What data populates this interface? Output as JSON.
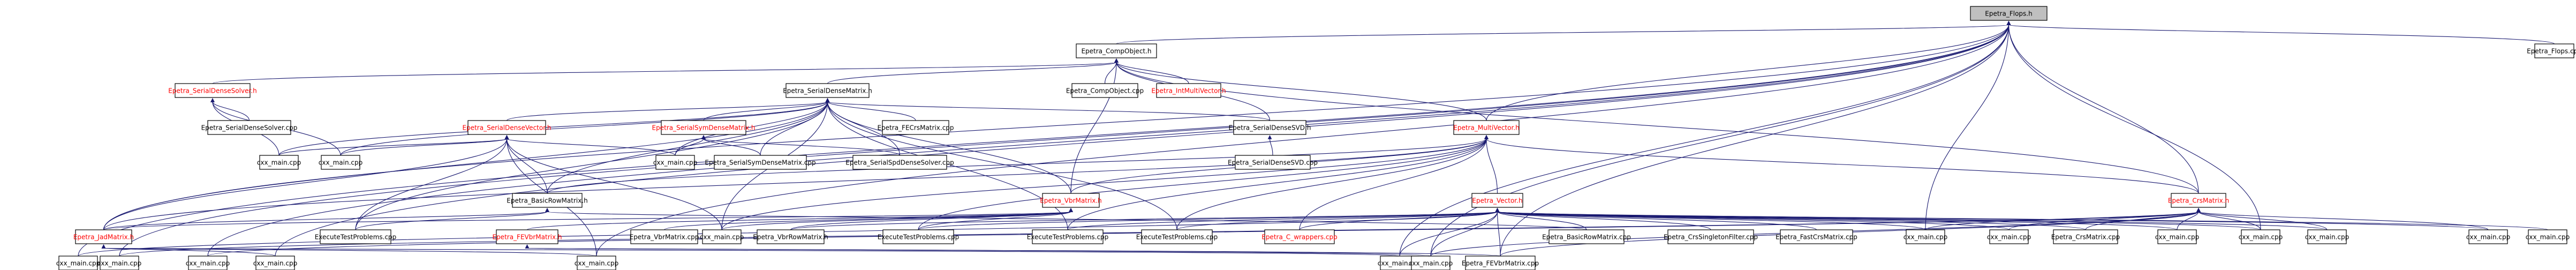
{
  "graph": {
    "colors": {
      "edge": "#191970",
      "root_fill": "#bfbfbf",
      "red_label": "#ff0000",
      "black_label": "#000000"
    },
    "nodes": [
      {
        "id": "root",
        "label": "Epetra_Flops.h",
        "color": "root"
      },
      {
        "id": "compobj",
        "label": "Epetra_CompObject.h",
        "color": "black"
      },
      {
        "id": "flopscpp",
        "label": "Epetra_Flops.cpp",
        "color": "black"
      },
      {
        "id": "serialsolver",
        "label": "Epetra_SerialDenseSolver.h",
        "color": "red"
      },
      {
        "id": "sdm",
        "label": "Epetra_SerialDenseMatrix.h",
        "color": "black"
      },
      {
        "id": "compobjcpp",
        "label": "Epetra_CompObject.cpp",
        "color": "black"
      },
      {
        "id": "intmv",
        "label": "Epetra_IntMultiVector.h",
        "color": "red"
      },
      {
        "id": "sdscpp",
        "label": "Epetra_SerialDenseSolver.cpp",
        "color": "black"
      },
      {
        "id": "sdvh",
        "label": "Epetra_SerialDenseVector.h",
        "color": "red"
      },
      {
        "id": "ssdmh",
        "label": "Epetra_SerialSymDenseMatrix.h",
        "color": "red"
      },
      {
        "id": "fecrscpp",
        "label": "Epetra_FECrsMatrix.cpp",
        "color": "black"
      },
      {
        "id": "sdsvdh",
        "label": "Epetra_SerialDenseSVD.h",
        "color": "black"
      },
      {
        "id": "mvh",
        "label": "Epetra_MultiVector.h",
        "color": "red"
      },
      {
        "id": "cxx1",
        "label": "cxx_main.cpp",
        "color": "black"
      },
      {
        "id": "cxx2",
        "label": "cxx_main.cpp",
        "color": "black"
      },
      {
        "id": "cxx3",
        "label": "cxx_main.cpp",
        "color": "black"
      },
      {
        "id": "ssdmcpp",
        "label": "Epetra_SerialSymDenseMatrix.cpp",
        "color": "black"
      },
      {
        "id": "sspdcpp",
        "label": "Epetra_SerialSpdDenseSolver.cpp",
        "color": "black"
      },
      {
        "id": "sdsvdcpp",
        "label": "Epetra_SerialDenseSVD.cpp",
        "color": "black"
      },
      {
        "id": "brmh",
        "label": "Epetra_BasicRowMatrix.h",
        "color": "black"
      },
      {
        "id": "vbrh",
        "label": "Epetra_VbrMatrix.h",
        "color": "red"
      },
      {
        "id": "vech",
        "label": "Epetra_Vector.h",
        "color": "red"
      },
      {
        "id": "crsh",
        "label": "Epetra_CrsMatrix.h",
        "color": "red"
      },
      {
        "id": "jadh",
        "label": "Epetra_JadMatrix.h",
        "color": "red"
      },
      {
        "id": "exec1",
        "label": "ExecuteTestProblems.cpp",
        "color": "black"
      },
      {
        "id": "fevbrh",
        "label": "Epetra_FEVbrMatrix.h",
        "color": "red"
      },
      {
        "id": "vbrcpp",
        "label": "Epetra_VbrMatrix.cpp",
        "color": "black"
      },
      {
        "id": "cxx4",
        "label": "cxx_main.cpp",
        "color": "black"
      },
      {
        "id": "vbrrowcpp",
        "label": "Epetra_VbrRowMatrix.h",
        "color": "black"
      },
      {
        "id": "exec2",
        "label": "ExecuteTestProblems.cpp",
        "color": "black"
      },
      {
        "id": "exec3",
        "label": "ExecuteTestProblems.cpp",
        "color": "black"
      },
      {
        "id": "exec4",
        "label": "ExecuteTestProblems.cpp",
        "color": "black"
      },
      {
        "id": "cwrap",
        "label": "Epetra_C_wrappers.cpp",
        "color": "red"
      },
      {
        "id": "brmcpp",
        "label": "Epetra_BasicRowMatrix.cpp",
        "color": "black"
      },
      {
        "id": "csfcpp",
        "label": "Epetra_CrsSingletonFilter.cpp",
        "color": "black"
      },
      {
        "id": "fastcrscpp",
        "label": "Epetra_FastCrsMatrix.cpp",
        "color": "black"
      },
      {
        "id": "cxx5",
        "label": "cxx_main.cpp",
        "color": "black"
      },
      {
        "id": "cxx6",
        "label": "cxx_main.cpp",
        "color": "black"
      },
      {
        "id": "crscpp",
        "label": "Epetra_CrsMatrix.cpp",
        "color": "black"
      },
      {
        "id": "cxx7",
        "label": "cxx_main.cpp",
        "color": "black"
      },
      {
        "id": "cxx8",
        "label": "cxx_main.cpp",
        "color": "black"
      },
      {
        "id": "cxx9",
        "label": "cxx_main.cpp",
        "color": "black"
      },
      {
        "id": "cxx10",
        "label": "cxx_main.cpp",
        "color": "black"
      },
      {
        "id": "cxx11",
        "label": "cxx_main.cpp",
        "color": "black"
      },
      {
        "id": "cxx12",
        "label": "cxx_main.cpp",
        "color": "black"
      },
      {
        "id": "cxx13",
        "label": "cxx_main.cpp",
        "color": "black"
      },
      {
        "id": "cxx14",
        "label": "cxx_main.cpp",
        "color": "black"
      },
      {
        "id": "cxx15",
        "label": "cxx_main.cpp",
        "color": "black"
      },
      {
        "id": "cxx16",
        "label": "cxx_main.cpp",
        "color": "black"
      },
      {
        "id": "cxx17",
        "label": "cxx_main.cpp",
        "color": "black"
      },
      {
        "id": "fevbrcpp",
        "label": "Epetra_FEVbrMatrix.cpp",
        "color": "black"
      },
      {
        "id": "cxx18",
        "label": "cxx_main.cpp",
        "color": "black"
      }
    ],
    "edges": [
      [
        "root",
        "compobj"
      ],
      [
        "root",
        "flopscpp"
      ],
      [
        "root",
        "mvh"
      ],
      [
        "root",
        "crsh"
      ],
      [
        "root",
        "cxx13"
      ],
      [
        "root",
        "cxx14"
      ],
      [
        "root",
        "cxx12"
      ],
      [
        "root",
        "cxx5"
      ],
      [
        "root",
        "cxx8"
      ],
      [
        "root",
        "jadh"
      ],
      [
        "root",
        "cxx15"
      ],
      [
        "root",
        "cxx16"
      ],
      [
        "root",
        "cxx17"
      ],
      [
        "root",
        "fevbrcpp"
      ],
      [
        "root",
        "cxx18"
      ],
      [
        "compobj",
        "compobjcpp"
      ],
      [
        "compobj",
        "sdm"
      ],
      [
        "compobj",
        "intmv"
      ],
      [
        "compobj",
        "mvh"
      ],
      [
        "compobj",
        "crsh"
      ],
      [
        "compobj",
        "sdsvdh"
      ],
      [
        "compobj",
        "vbrh"
      ],
      [
        "compobj",
        "serialsolver"
      ],
      [
        "serialsolver",
        "sdscpp"
      ],
      [
        "serialsolver",
        "cxx1"
      ],
      [
        "serialsolver",
        "cxx2"
      ],
      [
        "sdm",
        "sdvh"
      ],
      [
        "sdm",
        "ssdmh"
      ],
      [
        "sdm",
        "fecrscpp"
      ],
      [
        "sdm",
        "sdsvdh"
      ],
      [
        "sdm",
        "cxx1"
      ],
      [
        "sdm",
        "cxx2"
      ],
      [
        "sdm",
        "cxx3"
      ],
      [
        "sdm",
        "ssdmcpp"
      ],
      [
        "sdm",
        "sspdcpp"
      ],
      [
        "sdm",
        "brmh"
      ],
      [
        "sdm",
        "vbrh"
      ],
      [
        "sdm",
        "exec1"
      ],
      [
        "sdm",
        "cxx4"
      ],
      [
        "sdm",
        "exec3"
      ],
      [
        "sdm",
        "exec4"
      ],
      [
        "sdm",
        "jadh"
      ],
      [
        "sdvh",
        "cxx1"
      ],
      [
        "sdvh",
        "cxx2"
      ],
      [
        "sdvh",
        "cxx3"
      ],
      [
        "sdvh",
        "brmh"
      ],
      [
        "sdvh",
        "jadh"
      ],
      [
        "sdvh",
        "exec1"
      ],
      [
        "sdvh",
        "cxx4"
      ],
      [
        "sdvh",
        "cxx16"
      ],
      [
        "ssdmh",
        "ssdmcpp"
      ],
      [
        "ssdmh",
        "cxx3"
      ],
      [
        "ssdmh",
        "sspdcpp"
      ],
      [
        "sdsvdh",
        "sdsvdcpp"
      ],
      [
        "mvh",
        "vech"
      ],
      [
        "mvh",
        "crsh"
      ],
      [
        "mvh",
        "brmh"
      ],
      [
        "mvh",
        "vbrh"
      ],
      [
        "mvh",
        "jadh"
      ],
      [
        "mvh",
        "exec2"
      ],
      [
        "mvh",
        "exec3"
      ],
      [
        "mvh",
        "exec4"
      ],
      [
        "mvh",
        "cwrap"
      ],
      [
        "mvh",
        "cxx4"
      ],
      [
        "vbrh",
        "fevbrh"
      ],
      [
        "vbrh",
        "vbrcpp"
      ],
      [
        "vbrh",
        "vbrrowcpp"
      ],
      [
        "vbrh",
        "cxx4"
      ],
      [
        "vbrh",
        "exec2"
      ],
      [
        "vbrh",
        "jadh"
      ],
      [
        "vech",
        "brmcpp"
      ],
      [
        "vech",
        "csfcpp"
      ],
      [
        "vech",
        "fastcrscpp"
      ],
      [
        "vech",
        "cxx5"
      ],
      [
        "vech",
        "cxx6"
      ],
      [
        "vech",
        "crscpp"
      ],
      [
        "vech",
        "cxx7"
      ],
      [
        "vech",
        "cxx8"
      ],
      [
        "vech",
        "cxx9"
      ],
      [
        "vech",
        "exec2"
      ],
      [
        "vech",
        "exec3"
      ],
      [
        "vech",
        "exec4"
      ],
      [
        "vech",
        "cwrap"
      ],
      [
        "vech",
        "cxx10"
      ],
      [
        "vech",
        "cxx11"
      ],
      [
        "vech",
        "cxx12"
      ],
      [
        "vech",
        "fevbrcpp"
      ],
      [
        "vech",
        "cxx17"
      ],
      [
        "vech",
        "cxx18"
      ],
      [
        "vech",
        "vbrrowcpp"
      ],
      [
        "crsh",
        "crscpp"
      ],
      [
        "crsh",
        "cxx5"
      ],
      [
        "crsh",
        "cxx6"
      ],
      [
        "crsh",
        "cxx7"
      ],
      [
        "crsh",
        "cxx8"
      ],
      [
        "crsh",
        "cxx9"
      ],
      [
        "crsh",
        "cxx10"
      ],
      [
        "crsh",
        "cxx13"
      ],
      [
        "crsh",
        "cxx14"
      ],
      [
        "crsh",
        "fevbrcpp"
      ],
      [
        "crsh",
        "cxx18"
      ],
      [
        "brmh",
        "brmcpp"
      ],
      [
        "brmh",
        "jadh"
      ],
      [
        "brmh",
        "exec1"
      ],
      [
        "jadh",
        "cxx15"
      ],
      [
        "jadh",
        "cxx16"
      ],
      [
        "jadh",
        "cxx17"
      ],
      [
        "fevbrh",
        "fevbrcpp"
      ],
      [
        "fevbrh",
        "cxx18"
      ]
    ]
  }
}
